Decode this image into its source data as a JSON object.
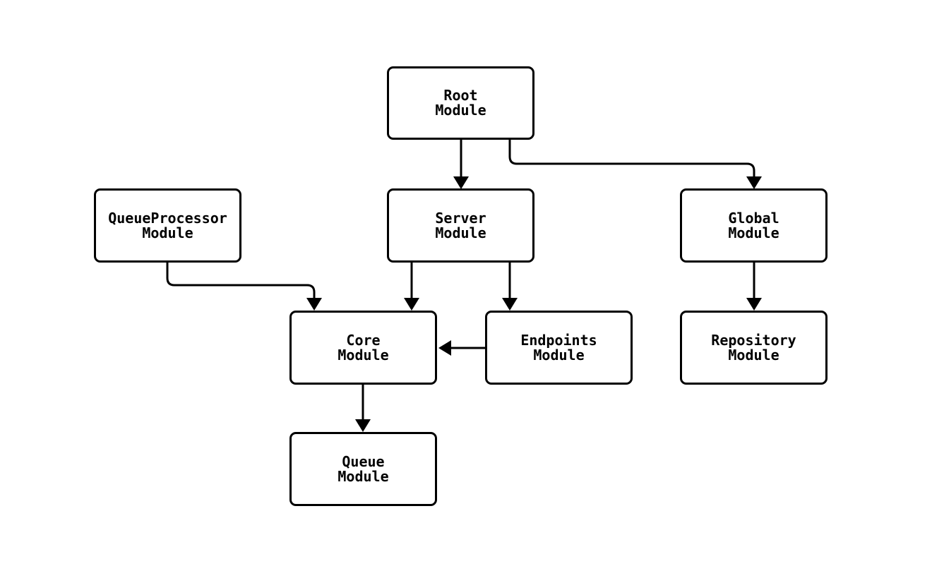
{
  "diagram": {
    "type": "flowchart",
    "background_color": "#ffffff",
    "stroke_color": "#000000",
    "nodes": [
      {
        "id": "root",
        "line1": "Root",
        "line2": "Module"
      },
      {
        "id": "queueprocessor",
        "line1": "QueueProcessor",
        "line2": "Module"
      },
      {
        "id": "server",
        "line1": "Server",
        "line2": "Module"
      },
      {
        "id": "global",
        "line1": "Global",
        "line2": "Module"
      },
      {
        "id": "core",
        "line1": "Core",
        "line2": "Module"
      },
      {
        "id": "endpoints",
        "line1": "Endpoints",
        "line2": "Module"
      },
      {
        "id": "repository",
        "line1": "Repository",
        "line2": "Module"
      },
      {
        "id": "queue",
        "line1": "Queue",
        "line2": "Module"
      }
    ],
    "edges": [
      {
        "from": "Root Module",
        "to": "Server Module"
      },
      {
        "from": "Root Module",
        "to": "Global Module"
      },
      {
        "from": "QueueProcessor Module",
        "to": "Core Module"
      },
      {
        "from": "Server Module",
        "to": "Core Module"
      },
      {
        "from": "Server Module",
        "to": "Endpoints Module"
      },
      {
        "from": "Global Module",
        "to": "Repository Module"
      },
      {
        "from": "Endpoints Module",
        "to": "Core Module"
      },
      {
        "from": "Core Module",
        "to": "Queue Module"
      }
    ]
  }
}
